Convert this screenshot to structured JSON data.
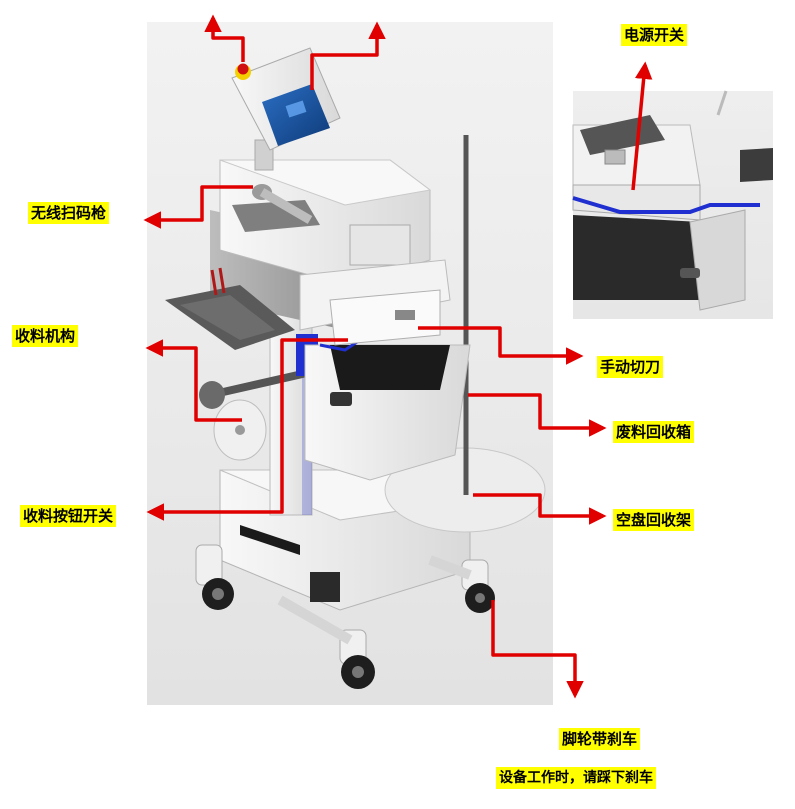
{
  "labels": {
    "power_switch": "电源开关",
    "wireless_scanner": "无线扫码枪",
    "take_up_mechanism": "收料机构",
    "manual_cutter": "手动切刀",
    "waste_bin": "废料回收箱",
    "take_up_button_switch": "收料按钮开关",
    "empty_reel_rack": "空盘回收架",
    "casters_with_brake": "脚轮带刹车",
    "brake_note": "设备工作时，请踩下刹车"
  },
  "colors": {
    "callout_red": "#e00000",
    "label_highlight": "#ffff00",
    "machine_white": "#f4f4f4",
    "machine_grey": "#cfcfcf",
    "accent_blue": "#1f2fd0",
    "estop_red": "#d01010",
    "estop_yellow": "#f5d000",
    "screen_blue": "#1d5fb0"
  },
  "icons": [
    "emergency-stop-icon",
    "touchscreen-icon",
    "arrow-head-icon"
  ]
}
